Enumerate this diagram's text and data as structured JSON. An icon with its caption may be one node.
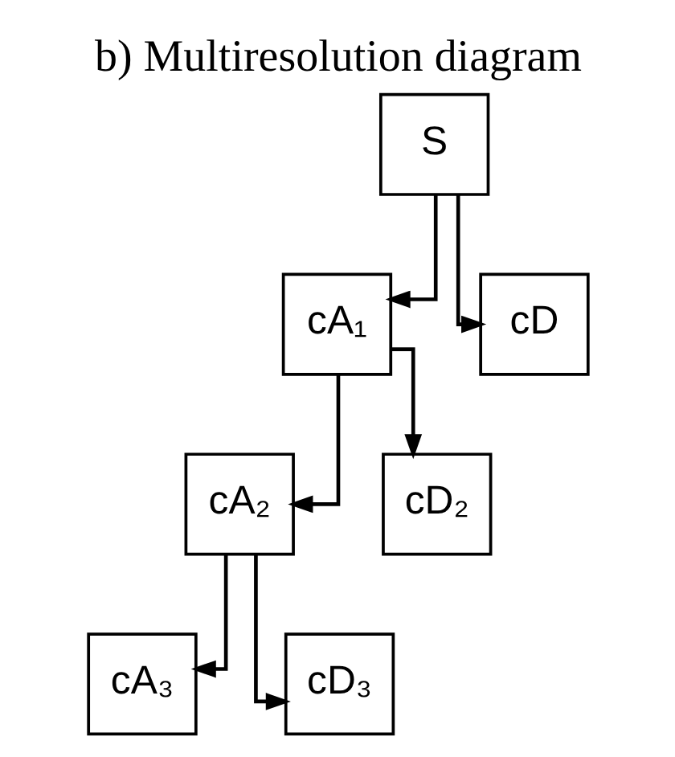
{
  "diagram": {
    "title": "b) Multiresolution diagram",
    "nodes": [
      {
        "text": [
          "S"
        ]
      },
      {
        "text": [
          "cA₁"
        ]
      },
      {
        "text": [
          "cD"
        ]
      },
      {
        "text": [
          "cA₂"
        ]
      },
      {
        "text": [
          "cD₂"
        ]
      },
      {
        "text": [
          "cA₃"
        ]
      },
      {
        "text": [
          "cD₃"
        ]
      }
    ],
    "edges": [
      {
        "from": 0,
        "to": 1,
        "arrow": "to"
      },
      {
        "from": 0,
        "to": 2,
        "arrow": "to"
      },
      {
        "from": 1,
        "to": 3,
        "arrow": "to"
      },
      {
        "from": 1,
        "to": 4,
        "arrow": "to"
      },
      {
        "from": 3,
        "to": 5,
        "arrow": "to"
      },
      {
        "from": 3,
        "to": 6,
        "arrow": "to"
      }
    ]
  }
}
